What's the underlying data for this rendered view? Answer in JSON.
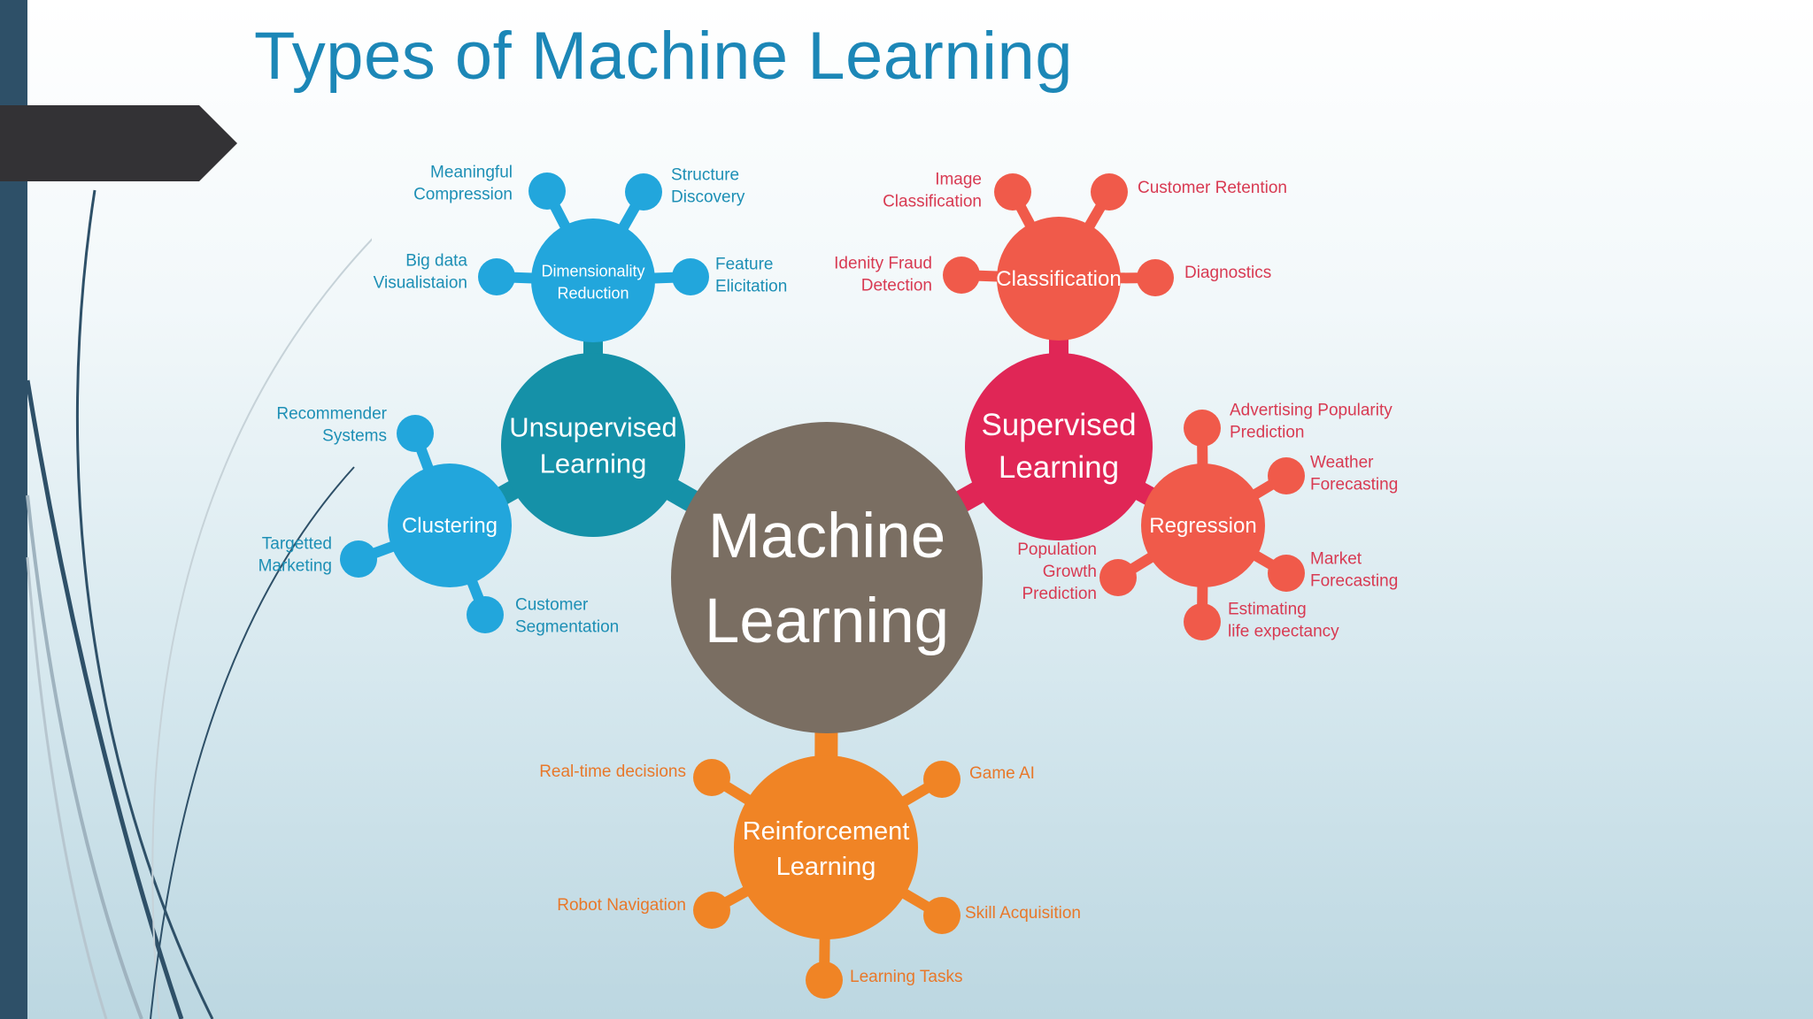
{
  "slide": {
    "title": "Types of Machine Learning"
  },
  "diagram": {
    "hub": {
      "label_lines": [
        "Machine",
        "Learning"
      ],
      "color": "#7a6e62"
    },
    "categories": [
      {
        "id": "unsupervised",
        "label_lines": [
          "Unsupervised",
          "Learning"
        ],
        "color": "#1591a8",
        "groups": [
          {
            "id": "dimensionality",
            "label_lines": [
              "Dimensionality",
              "Reduction"
            ],
            "color": "#22a6dc",
            "text_color": "#1d8fb5",
            "leaves": [
              {
                "label_lines": [
                  "Meaningful",
                  "Compression"
                ]
              },
              {
                "label_lines": [
                  "Structure",
                  "Discovery"
                ]
              },
              {
                "label_lines": [
                  "Big data",
                  "Visualistaion"
                ]
              },
              {
                "label_lines": [
                  "Feature",
                  "Elicitation"
                ]
              }
            ]
          },
          {
            "id": "clustering",
            "label_lines": [
              "Clustering"
            ],
            "color": "#22a6dc",
            "text_color": "#1d8fb5",
            "leaves": [
              {
                "label_lines": [
                  "Recommender",
                  "Systems"
                ]
              },
              {
                "label_lines": [
                  "Targetted",
                  "Marketing"
                ]
              },
              {
                "label_lines": [
                  "Customer",
                  "Segmentation"
                ]
              }
            ]
          }
        ]
      },
      {
        "id": "supervised",
        "label_lines": [
          "Supervised",
          "Learning"
        ],
        "color": "#e02656",
        "groups": [
          {
            "id": "classification",
            "label_lines": [
              "Classification"
            ],
            "color": "#f05a4a",
            "text_color": "#d83a52",
            "leaves": [
              {
                "label_lines": [
                  "Image",
                  "Classification"
                ]
              },
              {
                "label_lines": [
                  "Customer Retention"
                ]
              },
              {
                "label_lines": [
                  "Idenity Fraud",
                  "Detection"
                ]
              },
              {
                "label_lines": [
                  "Diagnostics"
                ]
              }
            ]
          },
          {
            "id": "regression",
            "label_lines": [
              "Regression"
            ],
            "color": "#f05a4a",
            "text_color": "#d83a52",
            "leaves": [
              {
                "label_lines": [
                  "Advertising Popularity",
                  "Prediction"
                ]
              },
              {
                "label_lines": [
                  "Weather",
                  "Forecasting"
                ]
              },
              {
                "label_lines": [
                  "Population",
                  "Growth",
                  "Prediction"
                ]
              },
              {
                "label_lines": [
                  "Market",
                  "Forecasting"
                ]
              },
              {
                "label_lines": [
                  "Estimating",
                  "life expectancy"
                ]
              }
            ]
          }
        ]
      },
      {
        "id": "reinforcement",
        "label_lines": [
          "Reinforcement",
          "Learning"
        ],
        "color": "#f08425",
        "text_color": "#e8782a",
        "leaves": [
          {
            "label_lines": [
              "Real-time decisions"
            ]
          },
          {
            "label_lines": [
              "Game AI"
            ]
          },
          {
            "label_lines": [
              "Robot Navigation"
            ]
          },
          {
            "label_lines": [
              "Skill Acquisition"
            ]
          },
          {
            "label_lines": [
              "Learning Tasks"
            ]
          }
        ]
      }
    ]
  }
}
